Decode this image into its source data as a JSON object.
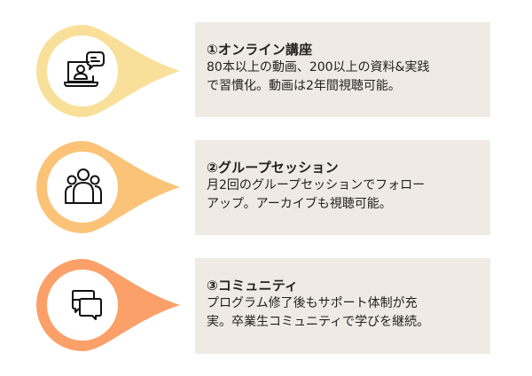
{
  "items": [
    {
      "icon": "laptop-video-call-icon",
      "color": "#F9E09A",
      "title": "①オンライン講座",
      "lines": [
        "80本以上の動画、200以上の資料&実践",
        "で習慣化。動画は2年間視聴可能。"
      ]
    },
    {
      "icon": "group-people-icon",
      "color": "#FBC377",
      "title": "②グループセッション",
      "lines": [
        "月2回のグループセッションでフォロー",
        "アップ。アーカイブも視聴可能。"
      ]
    },
    {
      "icon": "chat-bubbles-icon",
      "color": "#FBA068",
      "title": "③コミュニティ",
      "lines": [
        "プログラム修了後もサポート体制が充",
        "実。卒業生コミュニティで学びを継続。"
      ]
    }
  ],
  "colors": {
    "card_background": "#EFEAE3",
    "text": "#222222",
    "icon_stroke": "#111111"
  }
}
